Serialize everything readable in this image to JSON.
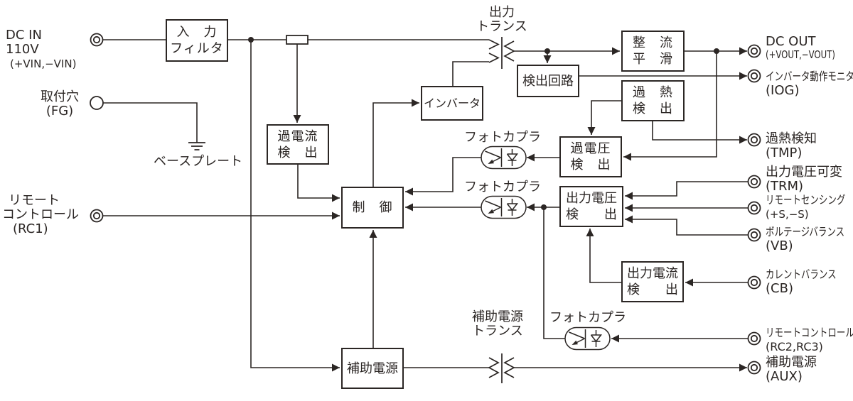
{
  "colors": {
    "ink": "#2b2624",
    "background": "#ffffff"
  },
  "blocks": {
    "input_filter": {
      "l1": "入　力",
      "l2": "フィルタ"
    },
    "overcurrent_detect": {
      "l1": "過電流",
      "l2": "検　出"
    },
    "inverter": {
      "l1": "インバータ"
    },
    "control": {
      "l1": "制　御"
    },
    "detect_circuit": {
      "l1": "検出回路"
    },
    "rectify_smooth": {
      "l1": "整　流",
      "l2": "平　滑"
    },
    "overheat_detect": {
      "l1": "過　熱",
      "l2": "検　出"
    },
    "overvoltage_detect": {
      "l1": "過電圧",
      "l2": "検　出"
    },
    "output_voltage_detect": {
      "l1": "出力電圧",
      "l2": "検　　出"
    },
    "output_current_detect": {
      "l1": "出力電流",
      "l2": "検　　出"
    },
    "aux_power": {
      "l1": "補助電源"
    }
  },
  "components": {
    "output_transformer": {
      "l1": "出力",
      "l2": "トランス"
    },
    "aux_transformer": {
      "l1": "補助電源",
      "l2": "トランス"
    },
    "photocoupler_top": "フォトカプラ",
    "photocoupler_mid": "フォトカプラ",
    "photocoupler_bottom": "フォトカプラ",
    "baseplate": "ベースプレート"
  },
  "terminals_left": {
    "dc_in": {
      "l1": "DC IN",
      "l2": "110V",
      "l3": "(+VIN,−VIN)"
    },
    "fg": {
      "l1": "取付穴",
      "l2": "(FG)"
    },
    "rc1": {
      "l1": "リモート",
      "l2": "コントロール",
      "l3": "(RC1)"
    }
  },
  "terminals_right": {
    "dc_out": {
      "l1": "DC OUT",
      "l2": "(+VOUT,−VOUT)"
    },
    "iog": {
      "l1": "インバータ動作モニタ",
      "l2": "(IOG)"
    },
    "tmp": {
      "l1": "過熱検知",
      "l2": "(TMP)"
    },
    "trm": {
      "l1": "出力電圧可変",
      "l2": "(TRM)"
    },
    "remote_sensing": {
      "l1": "リモートセンシング",
      "l2": "(+S,−S)"
    },
    "vb": {
      "l1": "ボルテージバランス",
      "l2": "(VB)"
    },
    "cb": {
      "l1": "カレントバランス",
      "l2": "(CB)"
    },
    "rc23": {
      "l1": "リモートコントロール",
      "l2": "(RC2,RC3)"
    },
    "aux": {
      "l1": "補助電源",
      "l2": "(AUX)"
    }
  }
}
